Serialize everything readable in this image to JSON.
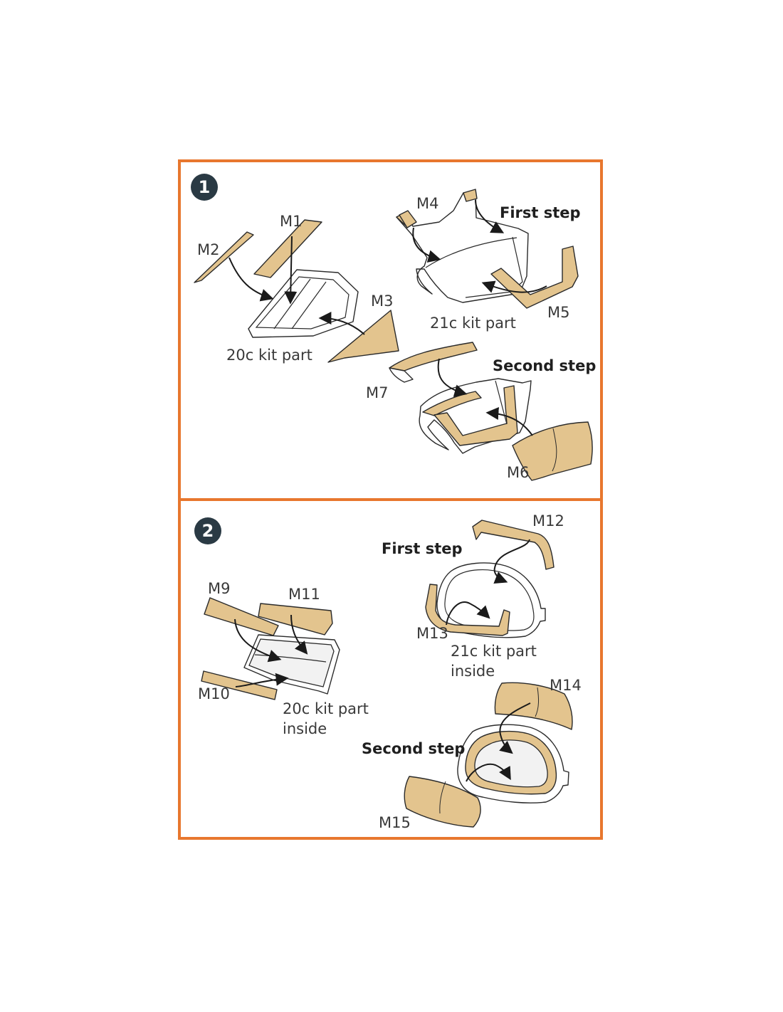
{
  "colors": {
    "frame": "#e8772e",
    "mask": "#e3c48e",
    "badge": "#2a3a44"
  },
  "panels": [
    {
      "number": "1",
      "labels": {
        "m1": "M1",
        "m2": "M2",
        "m3": "M3",
        "m4": "M4",
        "m5": "M5",
        "m6": "M6",
        "m7": "M7",
        "kit20c": "20c kit part",
        "kit21c": "21c kit part",
        "first_step": "First step",
        "second_step": "Second step"
      }
    },
    {
      "number": "2",
      "labels": {
        "m9": "M9",
        "m10": "M10",
        "m11": "M11",
        "m12": "M12",
        "m13": "M13",
        "m14": "M14",
        "m15": "M15",
        "kit20c_line1": "20c kit part",
        "kit20c_line2": "inside",
        "kit21c_line1": "21c kit part",
        "kit21c_line2": "inside",
        "first_step": "First step",
        "second_step": "Second step"
      }
    }
  ]
}
